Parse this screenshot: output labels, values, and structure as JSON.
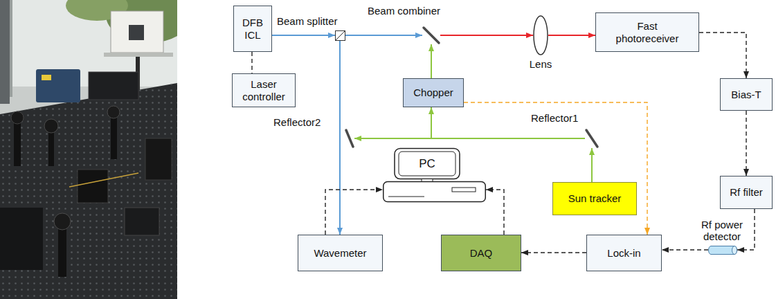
{
  "diagram": {
    "nodes": [
      {
        "text": [
          "DFB ICL"
        ]
      },
      {
        "text": [
          "Beam splitter"
        ]
      },
      {
        "text": [
          "Beam combiner"
        ]
      },
      {
        "text": [
          "Lens"
        ]
      },
      {
        "text": [
          "Fast photoreceiver"
        ]
      },
      {
        "text": [
          "Laser controller"
        ]
      },
      {
        "text": [
          "Chopper"
        ]
      },
      {
        "text": [
          "Bias-T"
        ]
      },
      {
        "text": [
          "Reflector1"
        ]
      },
      {
        "text": [
          "Reflector2"
        ]
      },
      {
        "text": [
          "PC"
        ]
      },
      {
        "text": [
          "Sun tracker"
        ]
      },
      {
        "text": [
          "Rf filter"
        ]
      },
      {
        "text": [
          "Rf power detector"
        ]
      },
      {
        "text": [
          "Wavemeter"
        ]
      },
      {
        "text": [
          "DAQ"
        ]
      },
      {
        "text": [
          "Lock-in"
        ]
      }
    ],
    "edges": [
      {
        "from": 0,
        "to": 1,
        "arrow": "to"
      },
      {
        "from": 0,
        "to": 5,
        "arrow": "none"
      },
      {
        "from": 1,
        "to": 2,
        "arrow": "to"
      },
      {
        "from": 1,
        "to": 14,
        "arrow": "to"
      },
      {
        "from": 2,
        "to": 3,
        "arrow": "to"
      },
      {
        "from": 3,
        "to": 4,
        "arrow": "to"
      },
      {
        "from": 4,
        "to": 7,
        "arrow": "to"
      },
      {
        "from": 7,
        "to": 12,
        "arrow": "to"
      },
      {
        "from": 12,
        "to": 13,
        "arrow": "to"
      },
      {
        "from": 13,
        "to": 16,
        "arrow": "to"
      },
      {
        "from": 16,
        "to": 15,
        "arrow": "to"
      },
      {
        "from": 15,
        "to": 10,
        "arrow": "to"
      },
      {
        "from": 14,
        "to": 10,
        "arrow": "to"
      },
      {
        "from": 6,
        "to": 16,
        "arrow": "to"
      },
      {
        "from": 11,
        "to": 8,
        "arrow": "to"
      },
      {
        "from": 8,
        "to": 9,
        "arrow": "to"
      },
      {
        "from": 9,
        "to": 6,
        "arrow": "to"
      },
      {
        "from": 6,
        "to": 2,
        "arrow": "to"
      }
    ]
  }
}
